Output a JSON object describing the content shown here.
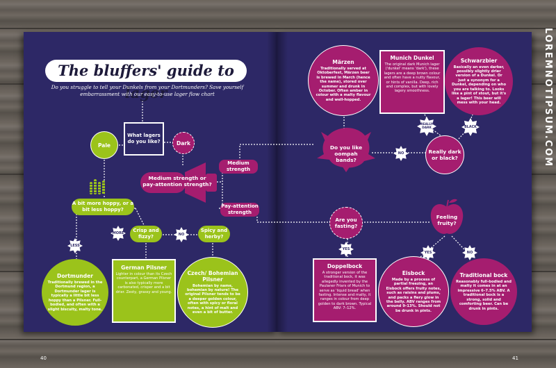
{
  "watermark": "LOREMNOTIPSUM.COM",
  "page_numbers": {
    "left": "40",
    "right": "41"
  },
  "title": "The bluffers' guide to lager",
  "subtitle": "Do you struggle to tell your Dunkels from your Dortmunders? Save yourself embarrassment with our easy-to-use lager flow chart",
  "start_question": "What lagers do you like?",
  "pale_label": "Pale",
  "dark_label": "Dark",
  "strength_question": "Medium strength or pay-attention strength?",
  "medium_strength": "Medium strength",
  "pay_attention_strength": "Pay-attention strength",
  "hoppy_question": "A bit more hoppy, or a bit less hoppy?",
  "more_badge": "MORE",
  "less_badge": "LESS",
  "crisp_question": "Crisp and fizzy?",
  "spicy_question": "Spicy and herby?",
  "no_badge": "NO",
  "yes_badge": "YES",
  "really_dark_badge": "REALLY DARK",
  "black_badge": "BLACK",
  "oompah_question": "Do you like oompah bands?",
  "really_dark_question": "Really dark or black?",
  "fasting_question": "Are you fasting?",
  "fruity_question": "Feeling fruity?",
  "beers": {
    "dortmunder": {
      "name": "Dortmunder",
      "desc": "Traditionally brewed in the Dortmund region, a Dortmunder lager is typically a little bit less hoppy than a Pilsner. Full-bodied, and often with a slight biscuity, malty tone."
    },
    "german_pilsner": {
      "name": "German Pilsner",
      "desc": "Lighter in colour than its Czech counterpart, a German Pilsner is also typically more carbonated, crisper and a bit drier. Zesty, grassy and young."
    },
    "czech_pilsner": {
      "name": "Czech/ Bohemian Pilsner",
      "desc": "Bohemian by name, bohemian by nature! The original Pilsner tends to be a deeper golden colour, often with spicy or floral notes, a hint of malt and even a bit of butter."
    },
    "marzen": {
      "name": "Märzen",
      "desc": "Traditionally served at Oktoberfest, Märzen beer is brewed in March (hence the name), stored over summer and drunk in October. Often amber in colour with a malty flavour and well-hopped."
    },
    "munich_dunkel": {
      "name": "Munich Dunkel",
      "desc": "The original dark Munich lager ('dunkel' means 'dark'), these lagers are a deep brown colour and often have a nutty flavour, or hints of vanilla. Deep, rich and complex, but with lovely lagery smoothness."
    },
    "schwarzbier": {
      "name": "Schwarzbier",
      "desc": "Basically an even darker, possibly slightly drier version of a Dunkel. Or just a synonym for a Dunkel, depending on who you are talking to. Looks like a pint of stout, but it's a lager! This beer will mess with your head."
    },
    "doppelbock": {
      "name": "Doppelbock",
      "desc": "A stronger version of the traditional bock, it was allegedly invented by the Paulaner Friars of Munich to serve as 'liquid bread' when fasting. Intense and malty, it ranges in colour from deep golden to dark brown. Typical ABV: 7–12%."
    },
    "eisbock": {
      "name": "Eisbock",
      "desc": "Made by a process of partial freezing, an Eisbock offers fruity notes, such as raisins and plums, and packs a fiery glow in the belly. ABV ranges from around 9–13%. Should not be drunk in pints."
    },
    "traditional_bock": {
      "name": "Traditional bock",
      "desc": "Reasonably full-bodied and malty it comes in at an impressive 6–7.5% ABV. A traditional bock is a strong, solid and comforting beer. Can be drunk in pints."
    }
  },
  "colors": {
    "page": "#2d2866",
    "green": "#9bc31b",
    "magenta": "#a51d6f",
    "white": "#ffffff"
  },
  "icons": [
    "wheat-icon",
    "megaphone-icon",
    "oompah-horns-icon",
    "apple-icon"
  ]
}
